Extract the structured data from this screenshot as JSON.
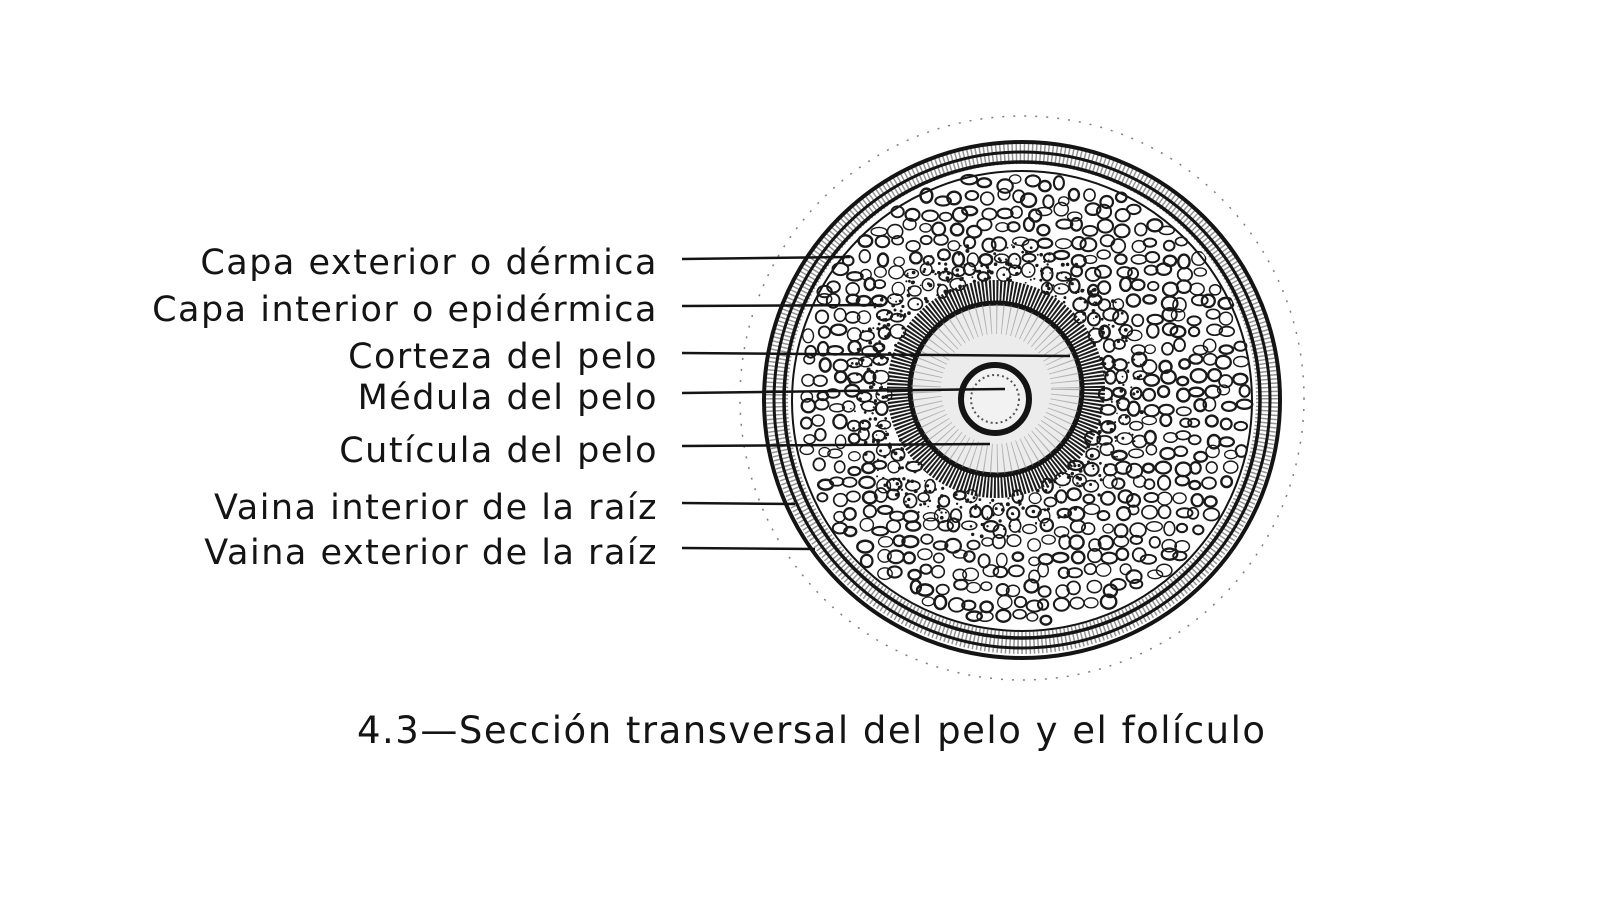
{
  "figure": {
    "labels": [
      "Capa exterior o dérmica",
      "Capa interior o epidérmica",
      "Corteza del pelo",
      "Médula del pelo",
      "Cutícula del pelo",
      "Vaina interior de la raíz",
      "Vaina exterior de la raíz"
    ],
    "caption": "4.3—Sección transversal del pelo y el folículo"
  },
  "colors": {
    "ink": "#141414",
    "paper": "#ffffff"
  }
}
